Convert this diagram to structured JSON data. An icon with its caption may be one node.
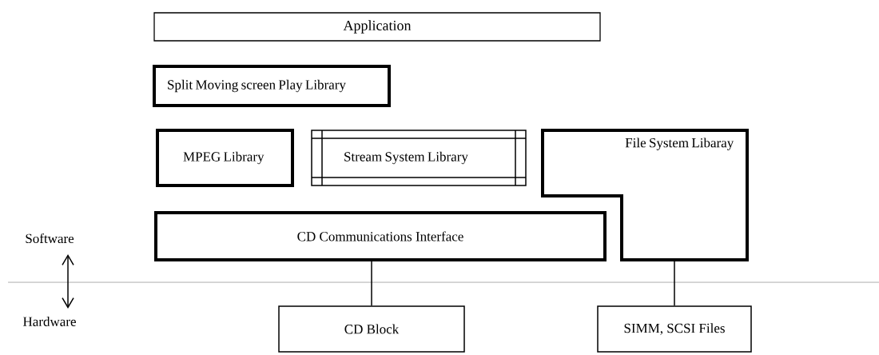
{
  "diagram": {
    "nodes": [
      {
        "text": [
          "Application"
        ]
      },
      {
        "text": [
          "Split Moving screen Play Library"
        ]
      },
      {
        "text": [
          "MPEG Library"
        ]
      },
      {
        "text": [
          "Stream System Library"
        ]
      },
      {
        "text": [
          "File System Libaray"
        ]
      },
      {
        "text": [
          "CD Communications Interface"
        ]
      },
      {
        "text": [
          "CD Block"
        ]
      },
      {
        "text": [
          "SIMM, SCSI Files"
        ]
      }
    ],
    "edges": [
      {
        "from": 5,
        "to": 6,
        "arrow": "none"
      },
      {
        "from": 4,
        "to": 7,
        "arrow": "none"
      }
    ],
    "labels": [
      "Software",
      "Hardware"
    ]
  }
}
